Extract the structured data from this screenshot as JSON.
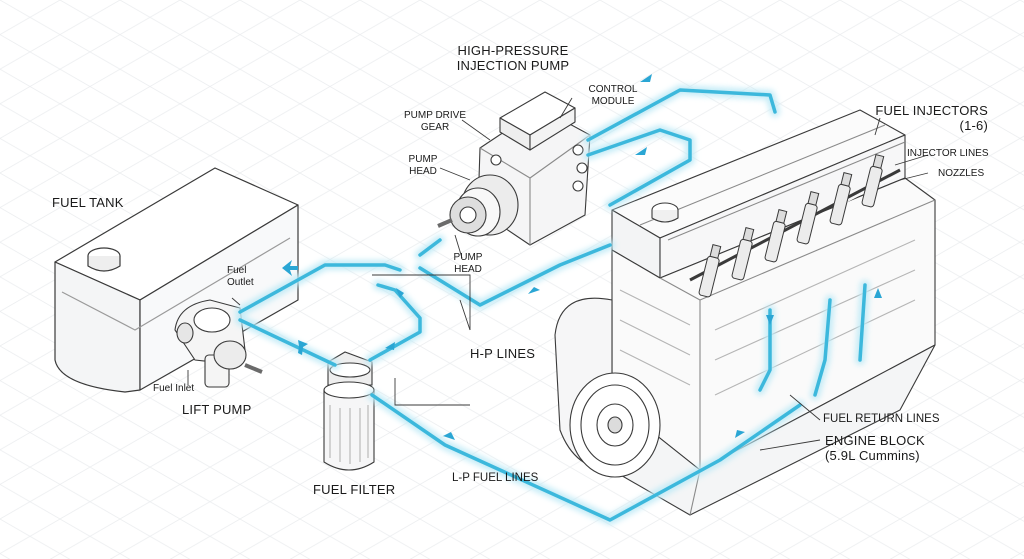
{
  "colors": {
    "fuel_line": "#3cb8dc",
    "fuel_line_glow": "#bfeaf6",
    "flow_arrow": "#2aa6d4",
    "outline": "#3a3a3a",
    "grid": "#e6e8ea",
    "background": "#ffffff"
  },
  "labels": {
    "hp_pump_line1": "HIGH-PRESSURE",
    "hp_pump_line2": "INJECTION PUMP",
    "control_module_line1": "CONTROL",
    "control_module_line2": "MODULE",
    "pump_drive_gear_line1": "PUMP DRIVE",
    "pump_drive_gear_line2": "GEAR",
    "pump_head_upper_line1": "PUMP",
    "pump_head_upper_line2": "HEAD",
    "pump_head_lower_line1": "PUMP",
    "pump_head_lower_line2": "HEAD",
    "fuel_injectors_line1": "FUEL INJECTORS",
    "fuel_injectors_line2": "(1-6)",
    "injector_lines": "INJECTOR LINES",
    "nozzles": "NOZZLES",
    "fuel_tank": "FUEL TANK",
    "fuel_outlet_line1": "Fuel",
    "fuel_outlet_line2": "Outlet",
    "fuel_inlet": "Fuel Inlet",
    "lift_pump": "LIFT PUMP",
    "hp_lines": "H-P LINES",
    "fuel_filter": "FUEL FILTER",
    "lp_fuel_lines": "L-P FUEL LINES",
    "fuel_return_lines": "FUEL RETURN LINES",
    "engine_block_line1": "ENGINE BLOCK",
    "engine_block_line2": "(5.9L Cummins)"
  },
  "icons": {
    "fuel_tank": "fuel-tank-icon",
    "lift_pump": "lift-pump-icon",
    "fuel_filter": "fuel-filter-icon",
    "injection_pump": "injection-pump-icon",
    "engine": "engine-block-icon",
    "injectors": "fuel-injector-icon"
  }
}
